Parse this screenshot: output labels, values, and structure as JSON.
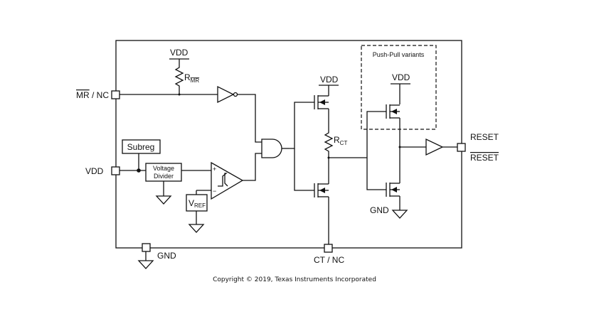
{
  "pins": {
    "mr": "MR",
    "mr_suffix": " / NC",
    "vdd": "VDD",
    "gnd": "GND",
    "ct": "CT / NC",
    "reset": "RESET",
    "reset_bar": "RESET"
  },
  "supply": {
    "vdd_top": "VDD",
    "vdd_fet": "VDD",
    "vdd_pushpull": "VDD",
    "gnd_out": "GND"
  },
  "blocks": {
    "subreg": "Subreg",
    "divider_line1": "Voltage",
    "divider_line2": "Divider",
    "comp_plus": "+",
    "comp_minus": "−"
  },
  "resistors": {
    "rmr_main": "R",
    "rmr_sub": "MR",
    "rct_main": "R",
    "rct_sub": "CT"
  },
  "vref": {
    "main": "V",
    "sub": "REF"
  },
  "pushpull_label": "Push-Pull variants",
  "copyright": "Copyright © 2019, Texas Instruments Incorporated"
}
